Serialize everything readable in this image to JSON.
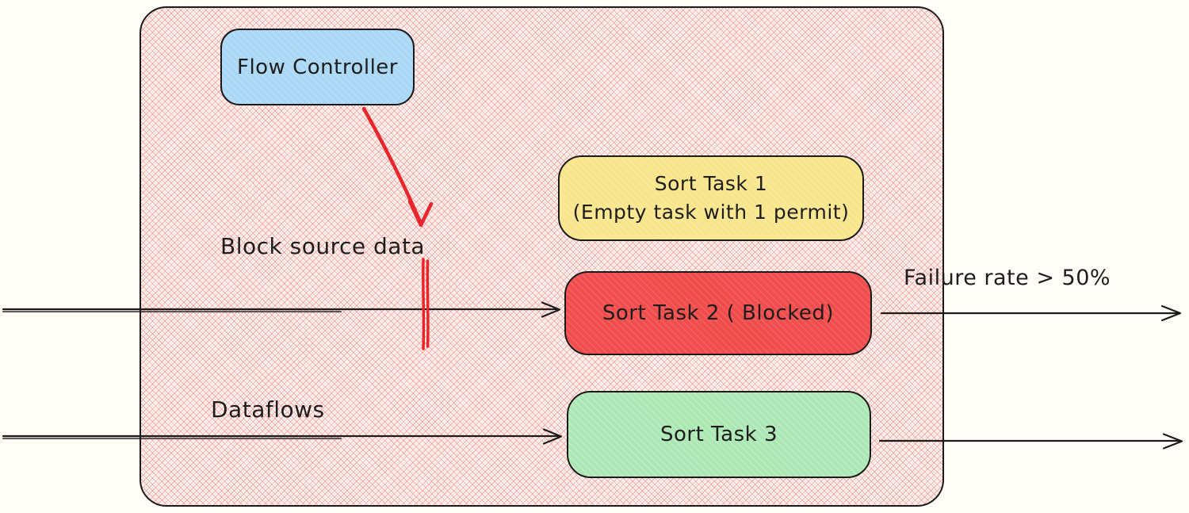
{
  "diagram": {
    "nodes": [
      {
        "id": "flow-controller",
        "label": "Flow Controller",
        "fill": "#a9d7f5"
      },
      {
        "id": "sort-task-1",
        "label": "Sort Task 1",
        "sublabel": "(Empty task with 1 permit)",
        "fill": "#f9e58a"
      },
      {
        "id": "sort-task-2",
        "label": "Sort Task 2 ( Blocked)",
        "fill": "#f14c4c"
      },
      {
        "id": "sort-task-3",
        "label": "Sort Task 3",
        "fill": "#abe7b3"
      }
    ],
    "labels": {
      "block_source_data": "Block source data",
      "dataflows": "Dataflows",
      "failure_rate": "Failure rate > 50%"
    },
    "colors": {
      "stroke": "#1b1b1b",
      "blocked_red": "#e8262b",
      "hatch_pink": "#f38c8c",
      "canvas_bg": "#fffdf6"
    }
  }
}
